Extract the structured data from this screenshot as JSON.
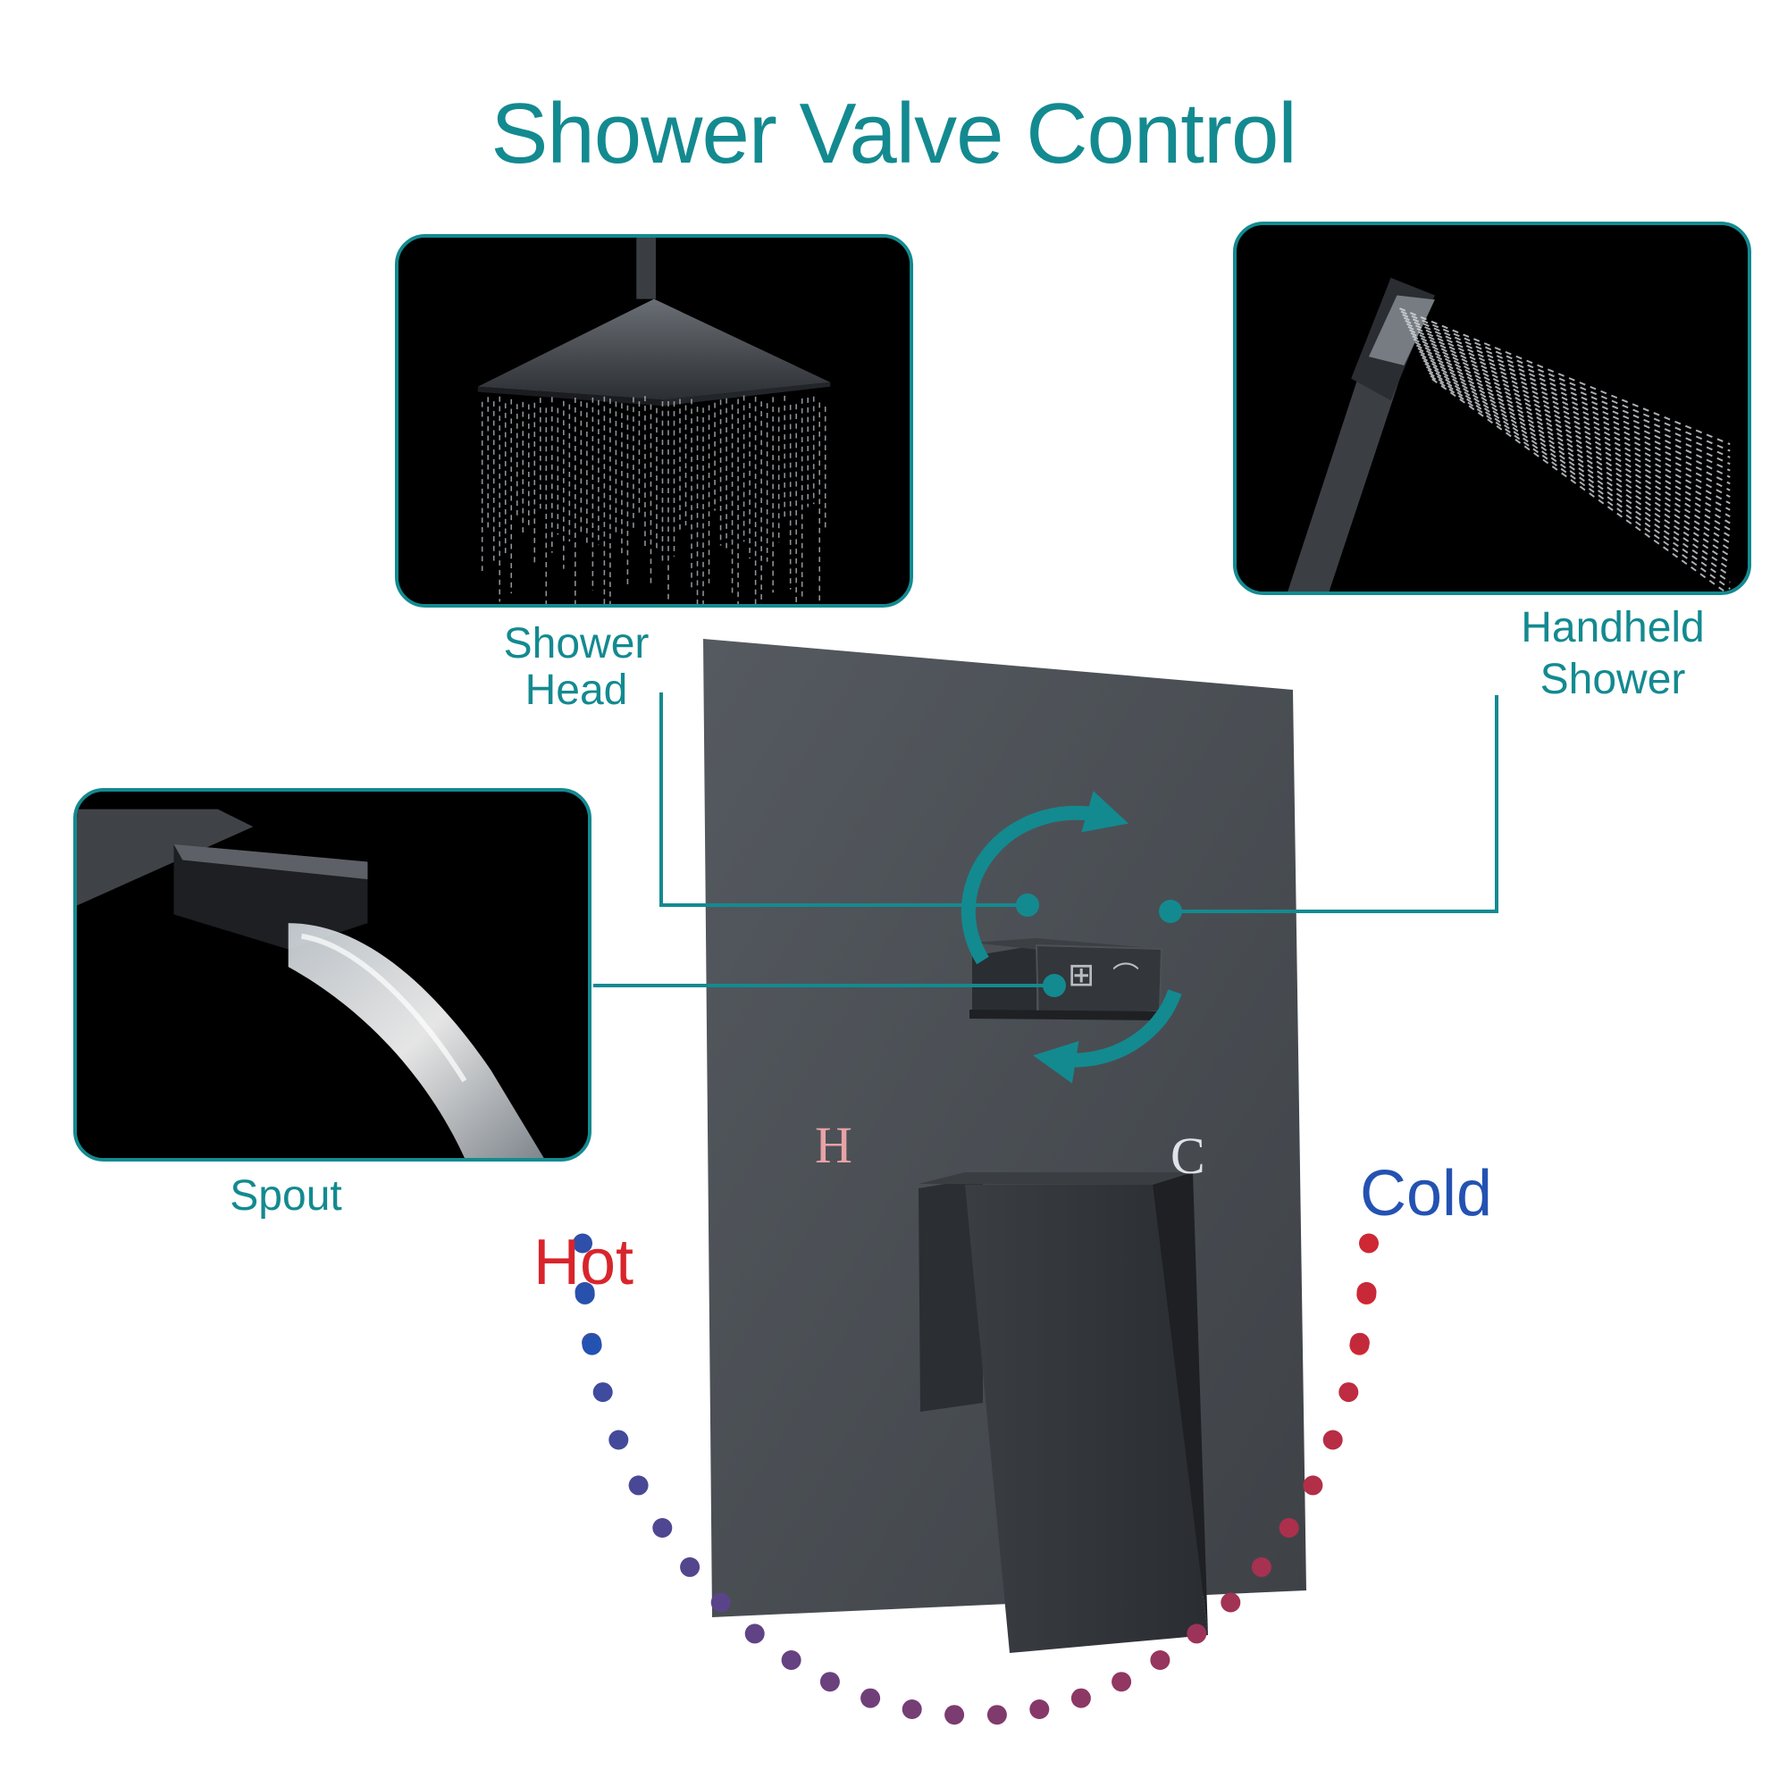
{
  "title": "Shower Valve Control",
  "outlets": {
    "shower_head": {
      "label_line1": "Shower",
      "label_line2": "Head",
      "icon": "rain-shower-head-icon"
    },
    "handheld_shower": {
      "label_line1": "Handheld",
      "label_line2": "Shower",
      "icon": "handheld-shower-icon"
    },
    "spout": {
      "label": "Spout",
      "icon": "waterfall-spout-icon"
    }
  },
  "valve": {
    "hot_mark": "H",
    "cold_mark": "C"
  },
  "temperature": {
    "hot_label": "Hot",
    "cold_label": "Cold"
  },
  "colors": {
    "accent": "#138a90",
    "hot": "#d8252c",
    "cold": "#2352b2",
    "plate": "#4a4f55"
  }
}
